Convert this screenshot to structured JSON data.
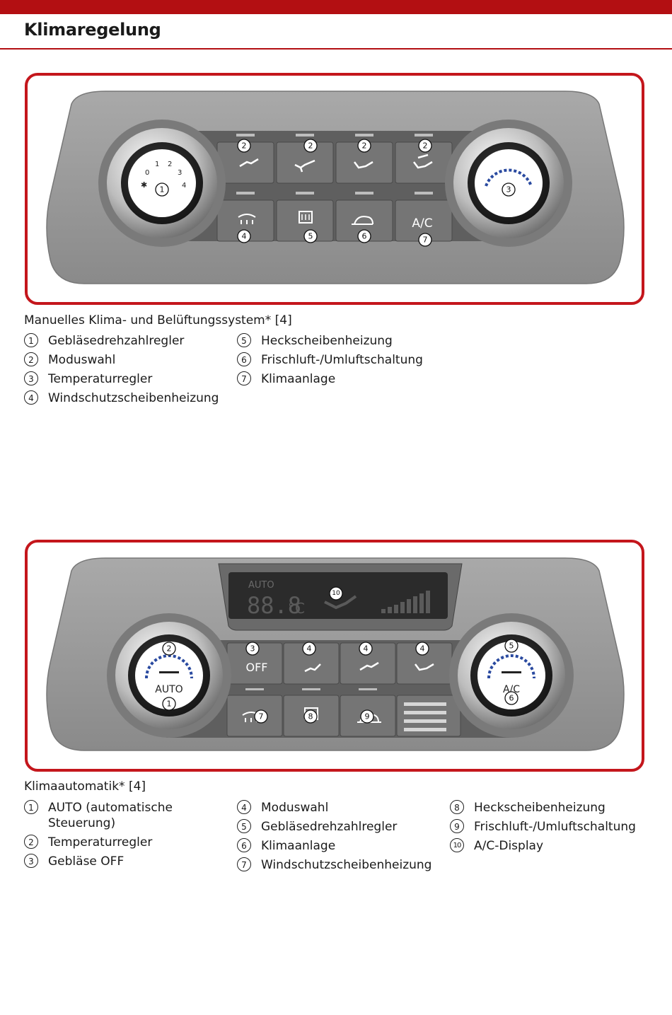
{
  "page": {
    "title": "Klimaregelung"
  },
  "manual": {
    "caption": "Manuelles Klima- und Belüftungssystem*",
    "caption_ref": " [4]",
    "knob_scale": [
      "0",
      "1",
      "2",
      "3",
      "4"
    ],
    "btn_ac": "A/C",
    "legend_left": [
      {
        "num": "1",
        "label": "Gebläsedrehzahlregler"
      },
      {
        "num": "2",
        "label": "Moduswahl"
      },
      {
        "num": "3",
        "label": "Temperaturregler"
      },
      {
        "num": "4",
        "label": "Windschutzscheibenheizung"
      }
    ],
    "legend_right": [
      {
        "num": "5",
        "label": "Heckscheibenheizung"
      },
      {
        "num": "6",
        "label": "Frischluft-/Umluftschaltung"
      },
      {
        "num": "7",
        "label": "Klimaanlage"
      }
    ]
  },
  "auto": {
    "caption": "Klimaautomatik*",
    "caption_ref": " [4]",
    "display": {
      "mode": "AUTO",
      "temp": "88.8",
      "unit": "°C"
    },
    "btn_off": "OFF",
    "knob_auto": "AUTO",
    "knob_ac": "A/C",
    "legend_col1": [
      {
        "num": "1",
        "label": "AUTO (automatische Steuerung)"
      },
      {
        "num": "2",
        "label": "Temperaturregler"
      },
      {
        "num": "3",
        "label": "Gebläse OFF"
      }
    ],
    "legend_col2": [
      {
        "num": "4",
        "label": "Moduswahl"
      },
      {
        "num": "5",
        "label": "Gebläsedrehzahlregler"
      },
      {
        "num": "6",
        "label": "Klimaanlage"
      },
      {
        "num": "7",
        "label": "Windschutzscheibenheizung"
      }
    ],
    "legend_col3": [
      {
        "num": "8",
        "label": "Heckscheibenheizung"
      },
      {
        "num": "9",
        "label": "Frischluft-/Umluftschaltung"
      },
      {
        "num": "10",
        "label": "A/C-Display"
      }
    ]
  },
  "colors": {
    "accent": "#c4161c",
    "topbar": "#b30f12",
    "panel": "#8f8f8f",
    "button": "#6f6f6f"
  }
}
